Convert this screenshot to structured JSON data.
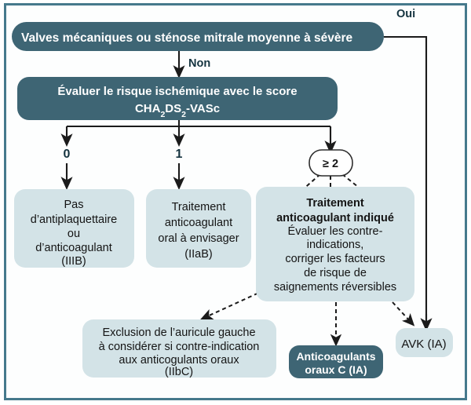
{
  "diagram": {
    "title_node": "Valves mécaniques ou sténose mitrale moyenne à sévère",
    "branch_yes": "Oui",
    "branch_no": "Non",
    "score_node_line1": "Évaluer le risque ischémique avec le score",
    "score_node_line2_a": "CHA",
    "score_node_line2_sub1": "2",
    "score_node_line2_b": "DS",
    "score_node_line2_sub2": "2",
    "score_node_line2_c": "-VASc",
    "score_0": "0",
    "score_1": "1",
    "score_2plus": "≥ 2",
    "box_no_therapy": {
      "l1": "Pas",
      "l2": "d’antiplaquettaire",
      "l3": "ou",
      "l4": "d’anticoagulant",
      "l5": "(IIIB)"
    },
    "box_oral_anticoag": {
      "l1": "Traitement",
      "l2": "anticoagulant",
      "l3": "oral à envisager",
      "l4": "(IIaB)"
    },
    "box_indicated": {
      "l1": "Traitement",
      "l2": "anticoagulant indiqué",
      "l3": "Évaluer les contre-",
      "l4": "indications,",
      "l5": "corriger les facteurs",
      "l6": "de risque de",
      "l7": "saignements réversibles"
    },
    "box_laa_exclusion": {
      "l1": "Exclusion de l’auricule gauche",
      "l2": "à considérer si contre-indication",
      "l3": "aux anticogulants oraux",
      "l4": "(IIbC)"
    },
    "box_doac": {
      "l1": "Anticoagulants",
      "l2": "oraux C (IA)"
    },
    "box_avk": {
      "l1": "AVK (IA)"
    },
    "colors": {
      "dark_node": "#3e6574",
      "light_node": "#d3e3e7",
      "frame_border": "#46798c",
      "edge": "#1b1b1b",
      "label_text": "#14333f"
    }
  }
}
